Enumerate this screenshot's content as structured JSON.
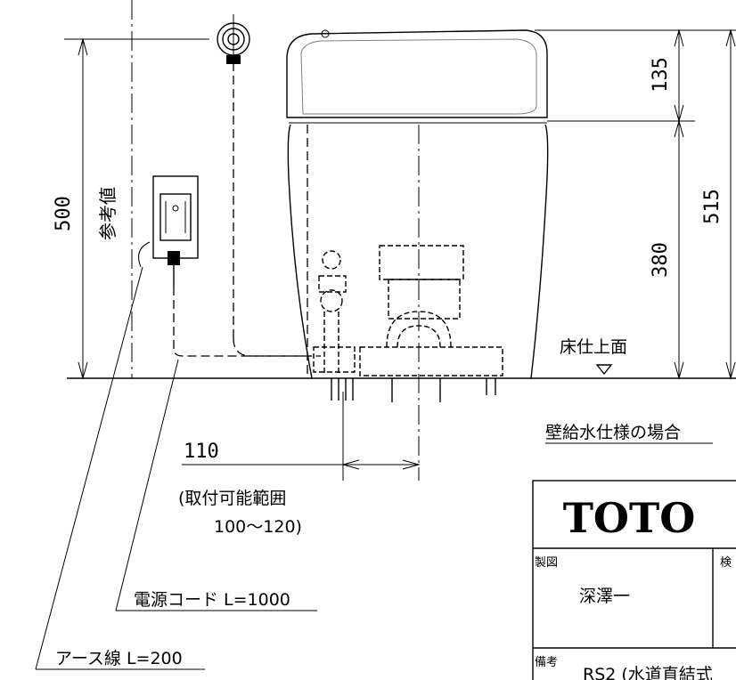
{
  "dimensions": {
    "dim_135": "135",
    "dim_380": "380",
    "dim_515": "515",
    "dim_500": "500",
    "dim_110": "110",
    "reference_value": "参考値"
  },
  "labels": {
    "floor_surface": "床仕上面",
    "wall_supply_case": "壁給水仕様の場合",
    "mount_range_line1": "(取付可能範囲",
    "mount_range_line2": "100～120)",
    "power_cord": "電源コード L=1000",
    "earth_wire": "アース線 L=200"
  },
  "title_block": {
    "brand": "TOTO",
    "drafter_label": "製図",
    "drafter_name": "深澤一",
    "check_label": "検",
    "remarks_label": "備考",
    "remarks_text": "RS2 (水道直結式"
  },
  "colors": {
    "line": "#000000",
    "background": "#ffffff"
  }
}
